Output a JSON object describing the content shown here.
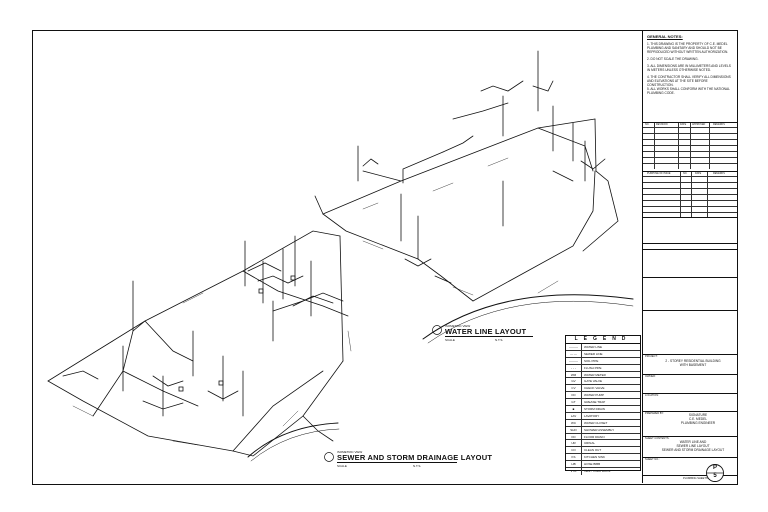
{
  "general_notes": {
    "heading": "GENERAL NOTES:",
    "items": [
      "1. THIS DRAWING IS THE PROPERTY OF C.E. MEDEL PLUMBING AND SANITARY AND SHOULD NOT BE REPRODUCED WITHOUT WRITTEN AUTHORIZATION.",
      "2. DO NOT SCALE THE DRAWING.",
      "3. ALL DIMENSIONS ARE IN MILLIMETERS AND LEVELS IN METERS UNLESS OTHERWISE NOTED.",
      "4. THE CONTRACTOR SHALL VERIFY ALL DIMENSIONS AND ELEVATIONS AT THE SITE BEFORE CONSTRUCTION.",
      "5. ALL WORKS SHALL CONFORM WITH THE NATIONAL PLUMBING CODE."
    ]
  },
  "revision_table": {
    "headers": [
      "NO.",
      "REVISION",
      "DATE",
      "APPROVED",
      "REMARKS"
    ]
  },
  "issuance_table": {
    "headers": [
      "PURPOSE OF ISSUE",
      "NO.",
      "DATE",
      "REMARKS"
    ]
  },
  "title_block": {
    "project_label": "PROJECT:",
    "project_value": "2 - STOREY RESIDENTIAL BUILDING",
    "project_value2": "WITH BASEMENT",
    "owner_label": "OWNER:",
    "location_label": "LOCATION:",
    "prepared_label": "PREPARED BY:",
    "prepared_value": "SIGNATURE",
    "prepared_value2": "C.E. MEDEL",
    "prepared_value3": "PLUMBING ENGINEER",
    "sheet_contents_label": "SHEET CONTENTS:",
    "sheet_contents_value": "WATER LINE AND",
    "sheet_contents_value2": "SEWER LINE LAYOUT",
    "sheet_contents_value3": "SEWER AND STORM DRAINAGE LAYOUT",
    "sheet_no_label": "SHEET NO.:",
    "sheet_letter": "P",
    "sheet_number": "5",
    "footer": "PLUMBING SHEETS"
  },
  "water_layout": {
    "label": "ISOMETRIC VIEW",
    "title": "WATER LINE LAYOUT",
    "scale_left": "SCALE",
    "scale_right": "N.T.S."
  },
  "sewer_layout": {
    "label": "ISOMETRIC VIEW",
    "title": "SEWER AND STORM DRAINAGE LAYOUT",
    "scale_left": "SCALE",
    "scale_right": "N.T.S."
  },
  "legend": {
    "title": "LEGEND",
    "rows": [
      {
        "symbol": "———",
        "label": "WATER LINE"
      },
      {
        "symbol": "— —",
        "label": "SEWER LINE"
      },
      {
        "symbol": "———",
        "label": "SOIL PIPE"
      },
      {
        "symbol": "- - -",
        "label": "FLUSH PIPE"
      },
      {
        "symbol": "WM",
        "label": "WATER METER"
      },
      {
        "symbol": "GV",
        "label": "GATE VALVE"
      },
      {
        "symbol": "CV",
        "label": "CHECK VALVE"
      },
      {
        "symbol": "FD",
        "label": "WATER PUMP"
      },
      {
        "symbol": "GT",
        "label": "GREASE TRAP"
      },
      {
        "symbol": "■",
        "label": "STORM DRAIN"
      },
      {
        "symbol": "LAV",
        "label": "LAVATORY"
      },
      {
        "symbol": "WC",
        "label": "WATER CLOSET"
      },
      {
        "symbol": "SHO",
        "label": "SHOWER ASSEMBLY"
      },
      {
        "symbol": "FD",
        "label": "FLOOR DRAIN"
      },
      {
        "symbol": "UR",
        "label": "URINAL"
      },
      {
        "symbol": "CO",
        "label": "CLEAN OUT"
      },
      {
        "symbol": "KS",
        "label": "KITCHEN SINK"
      },
      {
        "symbol": "HB",
        "label": "HOSE BIBB"
      },
      {
        "symbol": "VTR",
        "label": "VENT THRU ROOF"
      }
    ]
  }
}
